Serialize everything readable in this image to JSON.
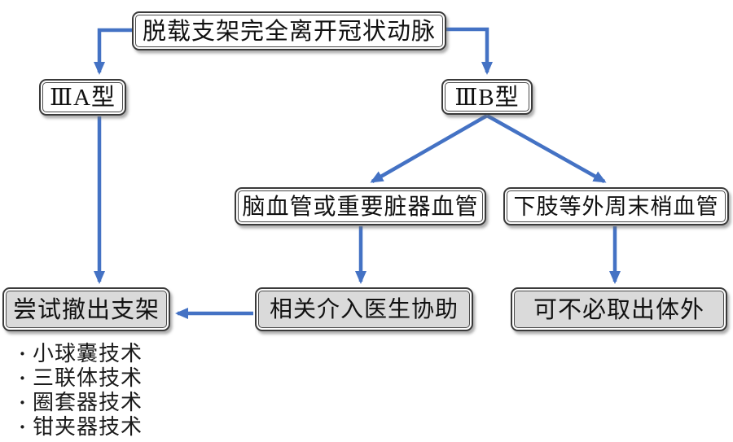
{
  "nodes": {
    "root": "脱载支架完全离开冠状动脉",
    "type_3a": "ⅢA型",
    "type_3b": "ⅢB型",
    "cerebral_vessels": "脑血管或重要脏器血管",
    "peripheral_vessels": "下肢等外周末梢血管",
    "attempt_removal": "尝试撤出支架",
    "interventional_help": "相关介入医生协助",
    "leave_in_body": "可不必取出体外"
  },
  "techniques": {
    "bullet": "·",
    "items": [
      "小球囊技术",
      "三联体技术",
      "圈套器技术",
      "钳夹器技术"
    ]
  },
  "edges": [
    "root -> type_3a",
    "root -> type_3b",
    "type_3a -> attempt_removal",
    "type_3b -> cerebral_vessels",
    "type_3b -> peripheral_vessels",
    "cerebral_vessels -> interventional_help",
    "peripheral_vessels -> leave_in_body",
    "interventional_help -> attempt_removal"
  ],
  "colors": {
    "arrow": "#4472C4",
    "box_border": "#3A3A3A",
    "box_fill": "#FFFFFF",
    "box_fill_gray": "#DADADA",
    "text": "#111111"
  }
}
